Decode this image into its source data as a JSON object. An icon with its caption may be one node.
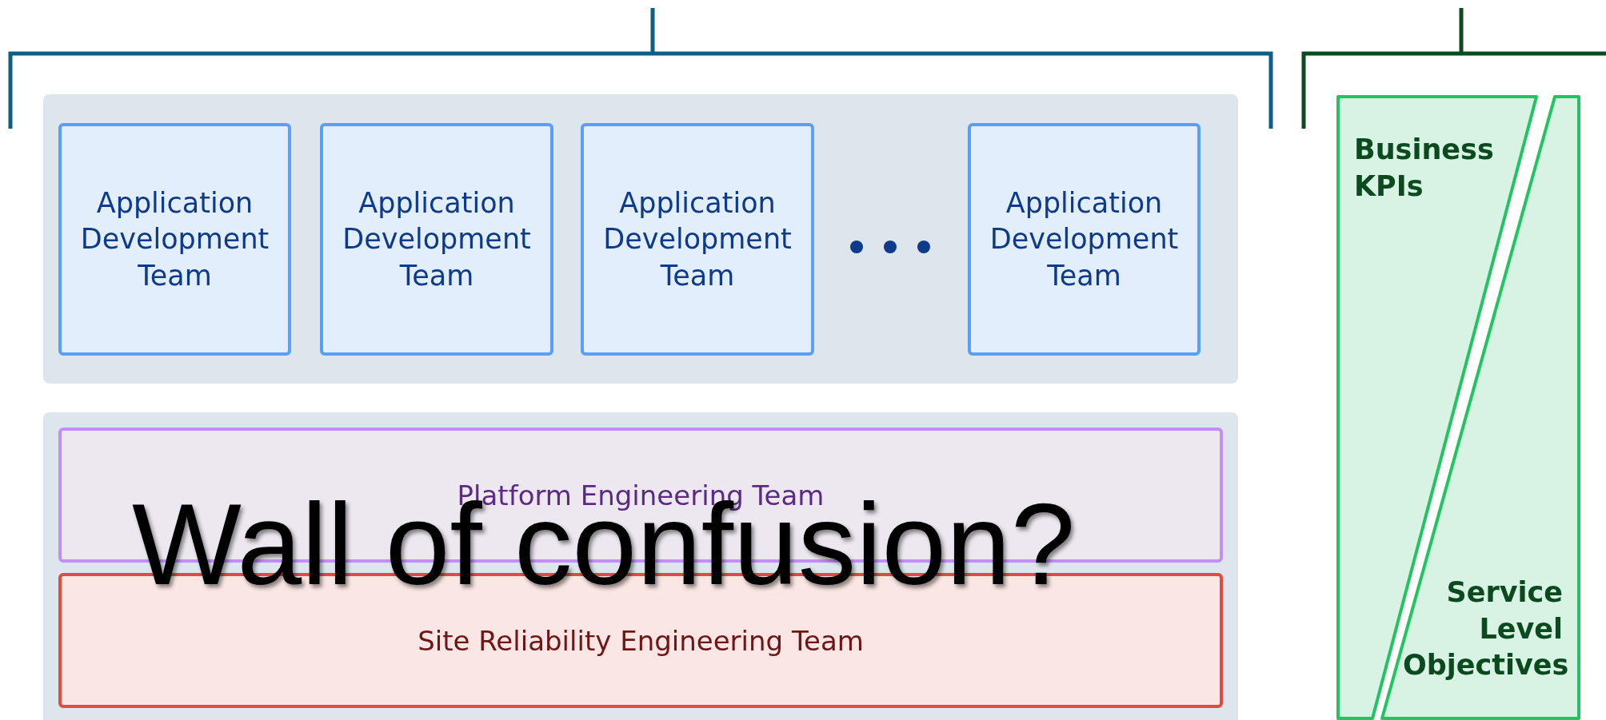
{
  "diagram": {
    "nodes": [
      {
        "text": [],
        "shape": "box"
      },
      {
        "text": [
          "Application Development Team"
        ],
        "in": 0
      },
      {
        "text": [
          "Application Development Team"
        ],
        "in": 0
      },
      {
        "text": [
          "Application Development Team"
        ],
        "in": 0
      },
      {
        "text": [
          "Application Development Team"
        ],
        "in": 0
      },
      {
        "text": [],
        "shape": "box"
      },
      {
        "text": [
          "Platform Engineering Team"
        ],
        "in": 5
      },
      {
        "text": [
          "Site Reliability Engineering Team"
        ],
        "in": 5
      },
      {
        "text": [
          "Business KPIs"
        ]
      },
      {
        "text": [
          "Service Level Objectives"
        ]
      }
    ],
    "labels": [
      "Wall of confusion?"
    ]
  }
}
